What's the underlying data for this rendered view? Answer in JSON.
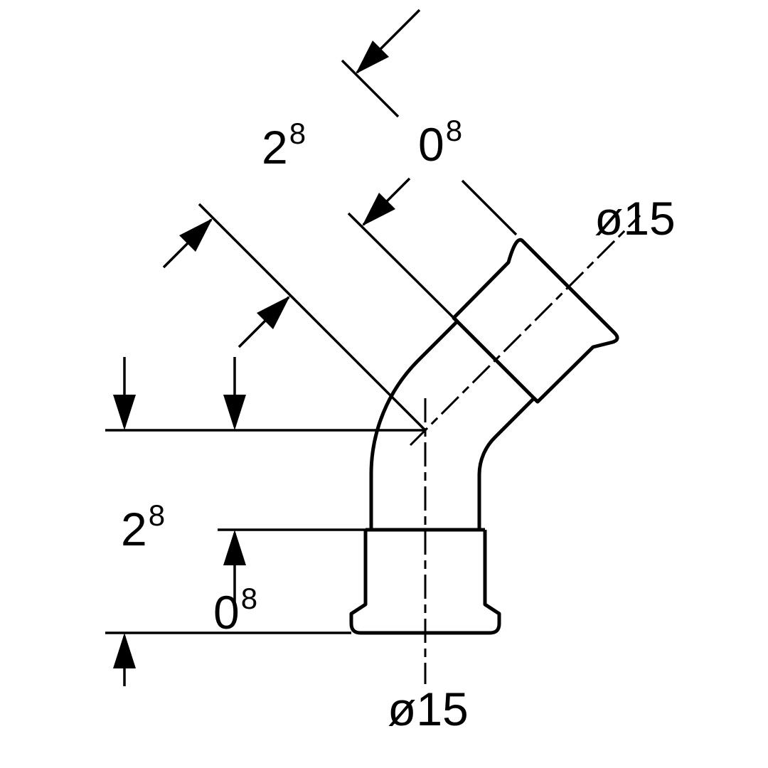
{
  "drawing": {
    "background_color": "#ffffff",
    "line_color": "#000000",
    "labels": {
      "angled_outer": {
        "main": "2",
        "sup": "8"
      },
      "angled_inner": {
        "main": "0",
        "sup": "8"
      },
      "angled_dia": "ø15",
      "vertical_inner": {
        "main": "2",
        "sup": "8"
      },
      "vertical_outer": {
        "main": "0",
        "sup": "8"
      },
      "vertical_dia": "ø15"
    }
  }
}
